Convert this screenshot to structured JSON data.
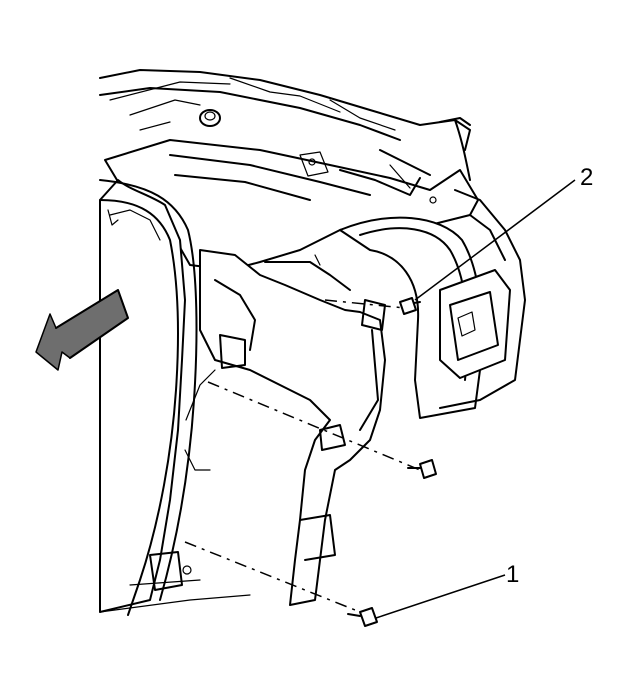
{
  "callouts": [
    {
      "id": "1",
      "label": "1"
    },
    {
      "id": "2",
      "label": "2"
    }
  ],
  "icons": {
    "direction_arrow": "front-direction-arrow-icon"
  },
  "colors": {
    "line": "#000000",
    "background": "#ffffff",
    "arrow_fill": "#6e6e6e"
  }
}
